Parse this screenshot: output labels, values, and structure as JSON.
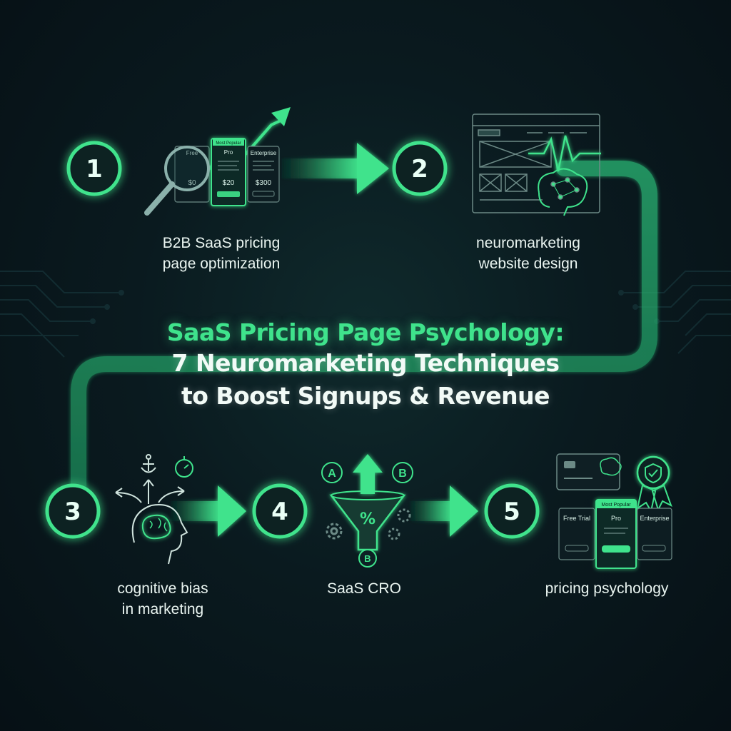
{
  "title": {
    "line1": "SaaS Pricing Page Psychology:",
    "line2": "7 Neuromarketing Techniques",
    "line3": "to Boost Signups & Revenue"
  },
  "steps": [
    {
      "number": "1",
      "label_line1": "B2B SaaS pricing",
      "label_line2": "page optimization"
    },
    {
      "number": "2",
      "label_line1": "neuromarketing",
      "label_line2": "website design"
    },
    {
      "number": "3",
      "label_line1": "cognitive bias",
      "label_line2": "in marketing"
    },
    {
      "number": "4",
      "label_line1": "SaaS CRO",
      "label_line2": ""
    },
    {
      "number": "5",
      "label_line1": "pricing psychology",
      "label_line2": ""
    }
  ],
  "icon1": {
    "badge": "Most Popular",
    "tiers": [
      "Free",
      "Pro",
      "Enterprise"
    ],
    "prices": [
      "$0",
      "$20",
      "$300"
    ]
  },
  "icon4": {
    "badges": [
      "A",
      "B",
      "B"
    ],
    "funnel_symbol": "%"
  },
  "icon5": {
    "badge": "Most Popular",
    "tiers": [
      "Free Trial",
      "Pro",
      "Enterprise"
    ]
  },
  "colors": {
    "accent": "#3fe38c",
    "accent_dark": "#1f9e62",
    "background": "#0a1a1f",
    "text": "#eaf5f1"
  }
}
